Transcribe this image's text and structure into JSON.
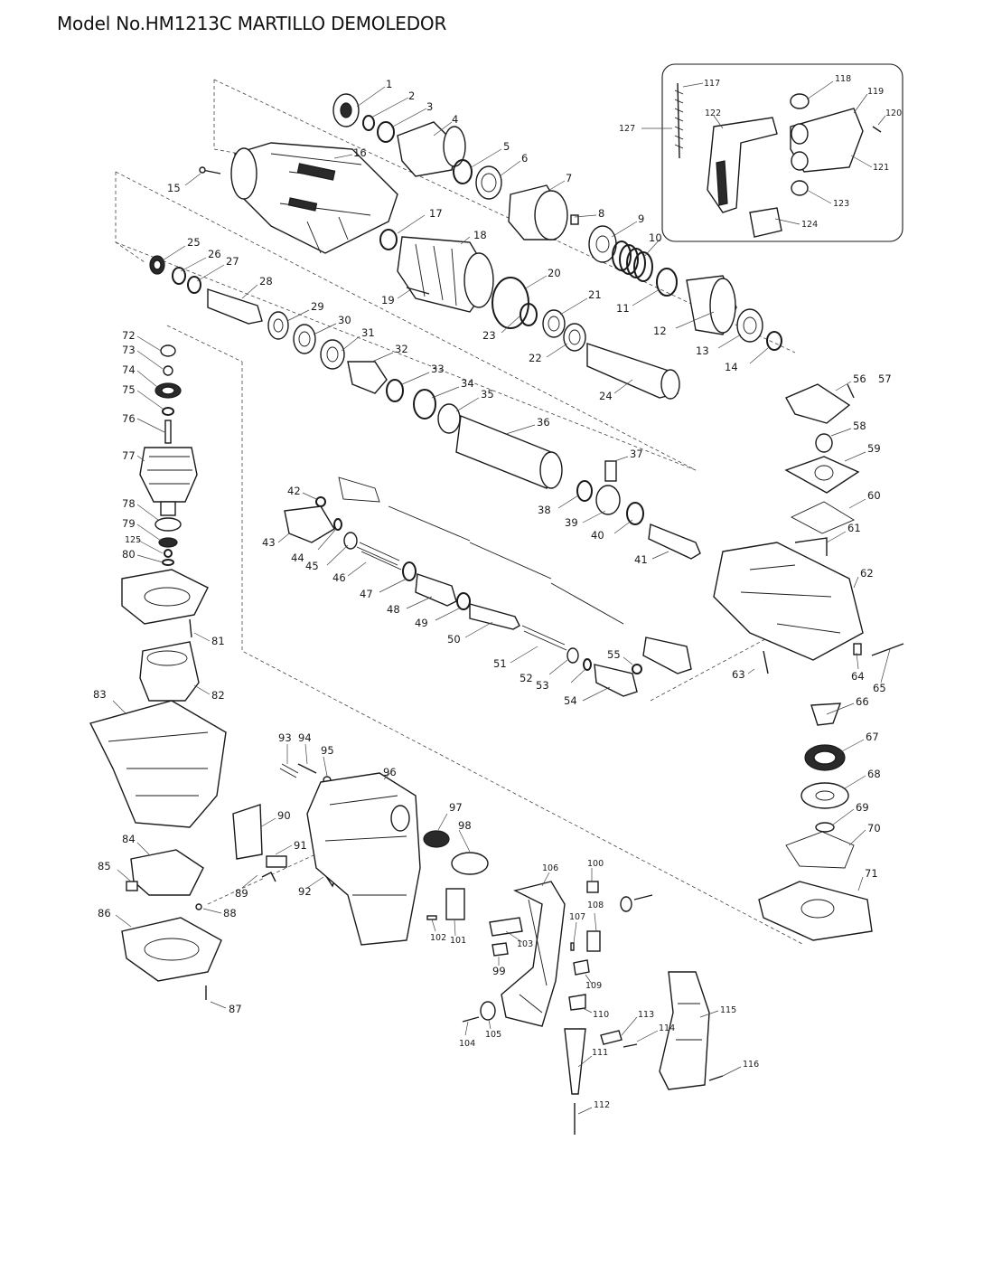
{
  "title": "Model No.HM1213C MARTILLO DEMOLEDOR",
  "parts": [
    {
      "n": "1"
    },
    {
      "n": "2"
    },
    {
      "n": "3"
    },
    {
      "n": "4"
    },
    {
      "n": "5"
    },
    {
      "n": "6"
    },
    {
      "n": "7"
    },
    {
      "n": "8"
    },
    {
      "n": "9"
    },
    {
      "n": "10"
    },
    {
      "n": "11"
    },
    {
      "n": "12"
    },
    {
      "n": "13"
    },
    {
      "n": "14"
    },
    {
      "n": "15"
    },
    {
      "n": "16"
    },
    {
      "n": "17"
    },
    {
      "n": "18"
    },
    {
      "n": "19"
    },
    {
      "n": "20"
    },
    {
      "n": "21"
    },
    {
      "n": "22"
    },
    {
      "n": "23"
    },
    {
      "n": "24"
    },
    {
      "n": "25"
    },
    {
      "n": "26"
    },
    {
      "n": "27"
    },
    {
      "n": "28"
    },
    {
      "n": "29"
    },
    {
      "n": "30"
    },
    {
      "n": "31"
    },
    {
      "n": "32"
    },
    {
      "n": "33"
    },
    {
      "n": "34"
    },
    {
      "n": "35"
    },
    {
      "n": "36"
    },
    {
      "n": "37"
    },
    {
      "n": "38"
    },
    {
      "n": "39"
    },
    {
      "n": "40"
    },
    {
      "n": "41"
    },
    {
      "n": "42"
    },
    {
      "n": "43"
    },
    {
      "n": "44"
    },
    {
      "n": "45"
    },
    {
      "n": "46"
    },
    {
      "n": "47"
    },
    {
      "n": "48"
    },
    {
      "n": "49"
    },
    {
      "n": "50"
    },
    {
      "n": "51"
    },
    {
      "n": "52"
    },
    {
      "n": "53"
    },
    {
      "n": "54"
    },
    {
      "n": "55"
    },
    {
      "n": "56"
    },
    {
      "n": "57"
    },
    {
      "n": "58"
    },
    {
      "n": "59"
    },
    {
      "n": "60"
    },
    {
      "n": "61"
    },
    {
      "n": "62"
    },
    {
      "n": "63"
    },
    {
      "n": "64"
    },
    {
      "n": "65"
    },
    {
      "n": "66"
    },
    {
      "n": "67"
    },
    {
      "n": "68"
    },
    {
      "n": "69"
    },
    {
      "n": "70"
    },
    {
      "n": "71"
    },
    {
      "n": "72"
    },
    {
      "n": "73"
    },
    {
      "n": "74"
    },
    {
      "n": "75"
    },
    {
      "n": "76"
    },
    {
      "n": "77"
    },
    {
      "n": "78"
    },
    {
      "n": "79"
    },
    {
      "n": "80"
    },
    {
      "n": "81"
    },
    {
      "n": "82"
    },
    {
      "n": "83"
    },
    {
      "n": "84"
    },
    {
      "n": "85"
    },
    {
      "n": "86"
    },
    {
      "n": "87"
    },
    {
      "n": "88"
    },
    {
      "n": "89"
    },
    {
      "n": "90"
    },
    {
      "n": "91"
    },
    {
      "n": "92"
    },
    {
      "n": "93"
    },
    {
      "n": "94"
    },
    {
      "n": "95"
    },
    {
      "n": "96"
    },
    {
      "n": "97"
    },
    {
      "n": "98"
    },
    {
      "n": "99"
    },
    {
      "n": "100"
    },
    {
      "n": "101"
    },
    {
      "n": "102"
    },
    {
      "n": "103"
    },
    {
      "n": "104"
    },
    {
      "n": "105"
    },
    {
      "n": "106"
    },
    {
      "n": "107"
    },
    {
      "n": "108"
    },
    {
      "n": "109"
    },
    {
      "n": "110"
    },
    {
      "n": "111"
    },
    {
      "n": "112"
    },
    {
      "n": "113"
    },
    {
      "n": "114"
    },
    {
      "n": "115"
    },
    {
      "n": "116"
    },
    {
      "n": "117"
    },
    {
      "n": "118"
    },
    {
      "n": "119"
    },
    {
      "n": "120"
    },
    {
      "n": "121"
    },
    {
      "n": "122"
    },
    {
      "n": "123"
    },
    {
      "n": "124"
    },
    {
      "n": "125"
    },
    {
      "n": "127"
    }
  ]
}
